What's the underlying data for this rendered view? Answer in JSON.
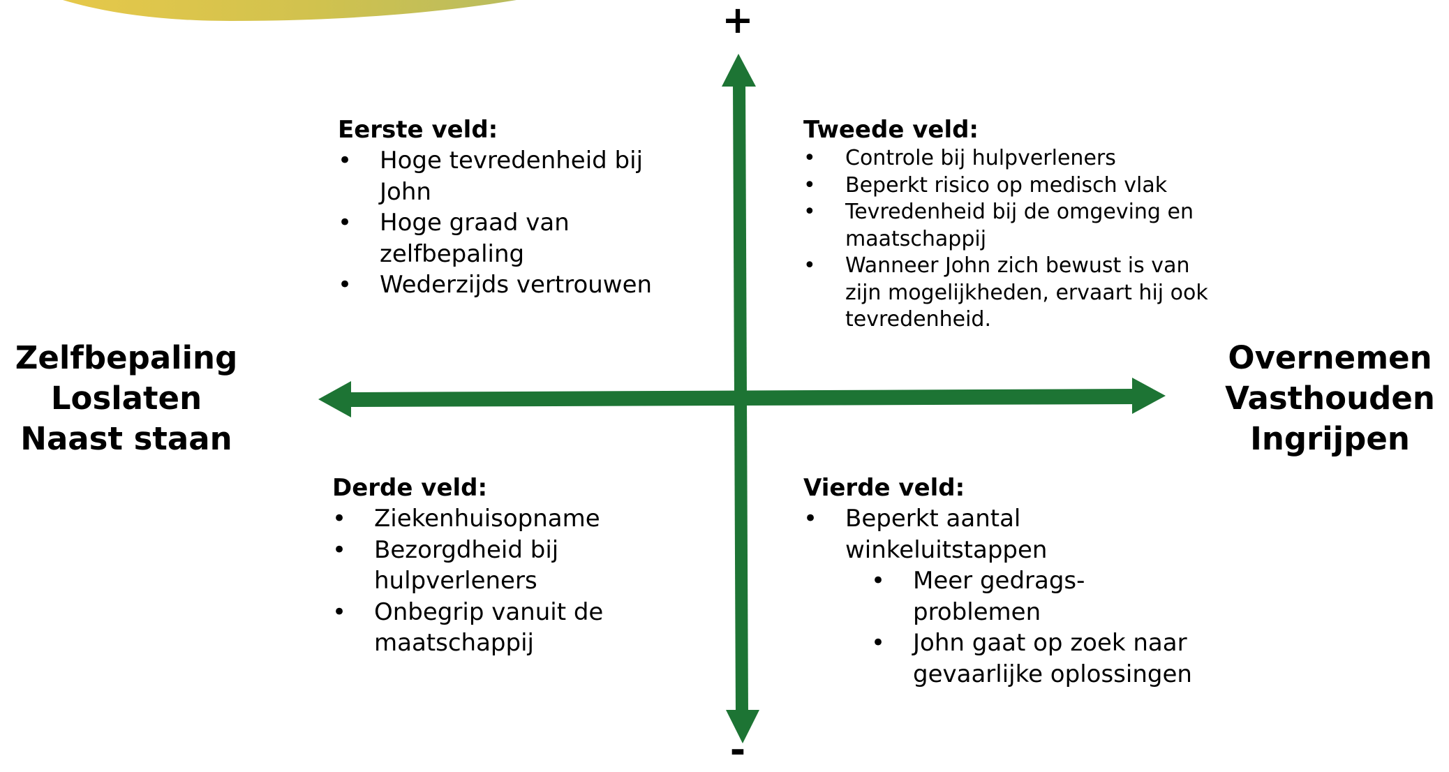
{
  "colors": {
    "arrow": "#1d7434",
    "banner_left": "#e6c84a",
    "banner_right": "#c7c057"
  },
  "axis": {
    "top_sign": "+",
    "bottom_sign": "-",
    "left_label": [
      "Zelfbepaling",
      "Loslaten",
      "Naast staan"
    ],
    "right_label": [
      "Overnemen",
      "Vasthouden",
      "Ingrijpen"
    ]
  },
  "quadrants": {
    "q1": {
      "title": "Eerste veld:",
      "items": [
        "Hoge tevredenheid bij John",
        "Hoge graad van zelfbepaling",
        "Wederzijds vertrouwen"
      ]
    },
    "q2": {
      "title": "Tweede veld:",
      "items": [
        "Controle bij hulpverleners",
        "Beperkt risico op medisch vlak",
        "Tevredenheid bij de omgeving en maatschappij",
        "Wanneer John zich bewust is van zijn mogelijkheden, ervaart hij ook tevredenheid."
      ]
    },
    "q3": {
      "title": "Derde veld:",
      "items": [
        "Ziekenhuisopname",
        "Bezorgdheid bij hulpverleners",
        "Onbegrip vanuit de maatschappij"
      ]
    },
    "q4": {
      "title": "Vierde veld:",
      "items": [
        "Beperkt aantal winkeluitstappen"
      ],
      "subitems": [
        "Meer gedrags-problemen",
        "John gaat op zoek naar gevaarlijke oplossingen"
      ]
    }
  }
}
